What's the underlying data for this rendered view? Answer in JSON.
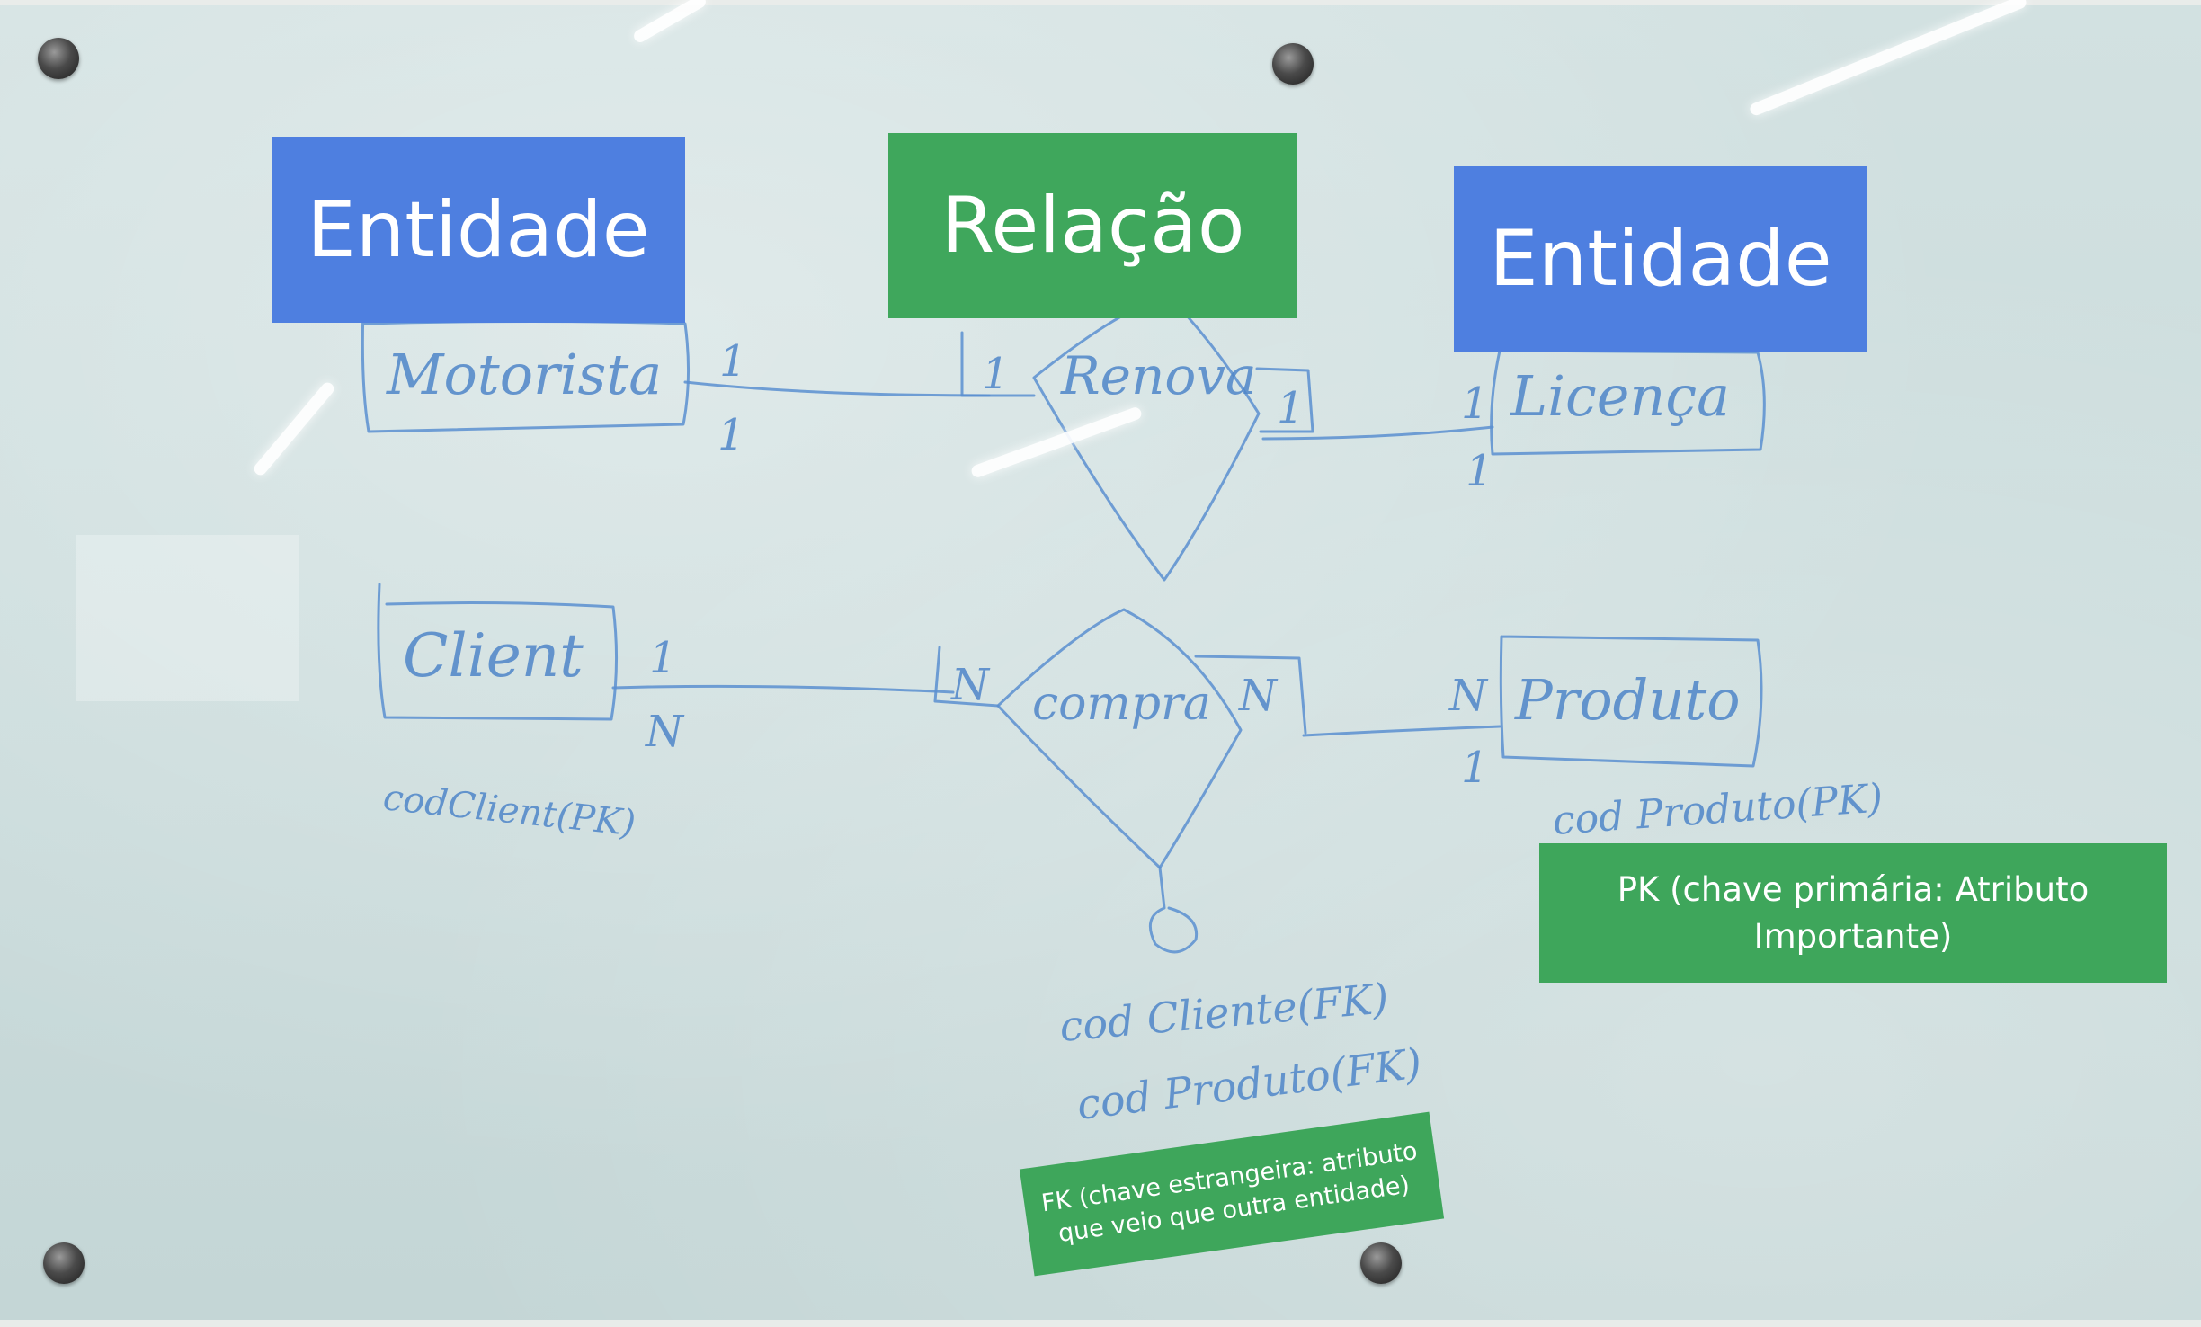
{
  "overlays": {
    "entity_left": "Entidade",
    "relation": "Relação",
    "entity_right": "Entidade",
    "pk_note": {
      "line1": "PK (chave primária: Atributo",
      "line2": "Importante)"
    },
    "fk_note": {
      "line1": "FK (chave estrangeira: atributo",
      "line2": "que veio que outra entidade)"
    }
  },
  "whiteboard": {
    "entities": {
      "motorista": "Motorista",
      "licenca": "Licença",
      "cliente": "Client",
      "produto": "Produto"
    },
    "relationships": {
      "renova": "Renova",
      "compra": "compra"
    },
    "cardinalities": {
      "motorista_a": "1",
      "motorista_b": "1",
      "renova_left": "1",
      "renova_right": "1",
      "licenca_a": "1",
      "licenca_b": "1",
      "cliente_a": "1",
      "cliente_b": "N",
      "compra_left": "N",
      "compra_right": "N",
      "produto_a": "N",
      "produto_b": "1"
    },
    "attributes": {
      "cliente_pk": "codClient(PK)",
      "produto_pk": "cod Produto(PK)",
      "compra_fk1": "cod Cliente(FK)",
      "compra_fk2": "cod Produto(FK)"
    }
  },
  "colors": {
    "entity_box": "#4e7fe0",
    "relation_box": "#3fa75c",
    "note_box": "#3ea65b",
    "marker_ink": "#5a8fd0"
  }
}
